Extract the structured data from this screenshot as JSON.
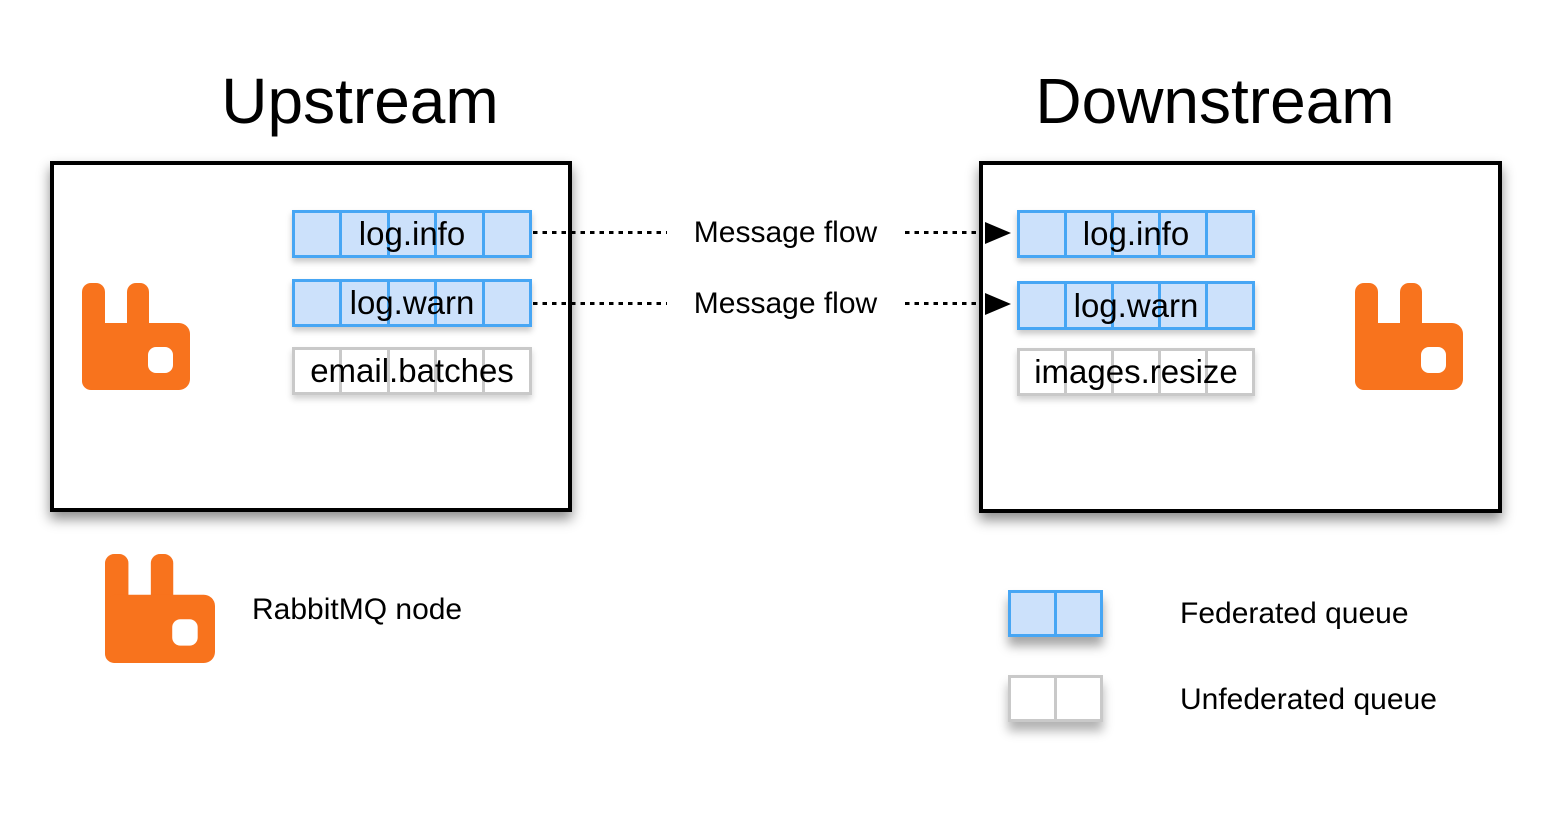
{
  "diagram": {
    "upstream_title": "Upstream",
    "downstream_title": "Downstream"
  },
  "nodes": {
    "upstream": {
      "queues": [
        {
          "label": "log.info",
          "type": "federated",
          "cells": 5
        },
        {
          "label": "log.warn",
          "type": "federated",
          "cells": 5
        },
        {
          "label": "email.batches",
          "type": "unfederated",
          "cells": 5
        }
      ]
    },
    "downstream": {
      "queues": [
        {
          "label": "log.info",
          "type": "federated",
          "cells": 5
        },
        {
          "label": "log.warn",
          "type": "federated",
          "cells": 5
        },
        {
          "label": "images.resize",
          "type": "unfederated",
          "cells": 5
        }
      ]
    }
  },
  "flows": [
    {
      "label": "Message flow",
      "from_queue": "log.info",
      "to_queue": "log.info"
    },
    {
      "label": "Message flow",
      "from_queue": "log.warn",
      "to_queue": "log.warn"
    }
  ],
  "legend": {
    "rabbitmq_node_label": "RabbitMQ node",
    "federated_queue_label": "Federated queue",
    "unfederated_queue_label": "Unfederated queue",
    "swatch_cells": 2
  },
  "icons": {
    "rabbitmq_logo": "rabbitmq-rabbit-icon",
    "arrowhead": "right-arrowhead-icon"
  },
  "colors": {
    "rabbit_orange": "#F8731D",
    "federated_fill": "#CCE1FB",
    "federated_border": "#47A6F4",
    "unfederated_fill": "#FFFFFF",
    "unfederated_border": "#C9C9C9",
    "box_border": "#000000",
    "dash_line": "#000000",
    "text": "#000000",
    "background": "#FFFFFF"
  }
}
